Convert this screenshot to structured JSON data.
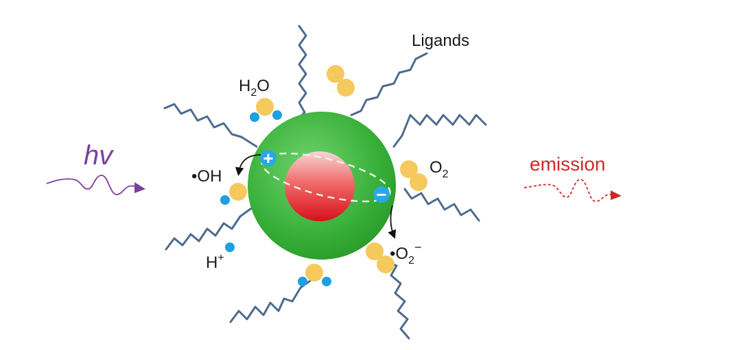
{
  "labels": {
    "ligands": "Ligands",
    "water": {
      "base": "H",
      "sub": "2",
      "tail": "O"
    },
    "hydroxyl": "•OH",
    "oxygen": {
      "base": "O",
      "sub": "2"
    },
    "superoxide": {
      "base": "•O",
      "sub": "2",
      "sup": "−"
    },
    "proton": {
      "base": "H",
      "sup": "+"
    },
    "photon": "hv",
    "emission": "emission",
    "hole_sign": "+",
    "electron_sign": "−"
  },
  "colors": {
    "shell": "#3fb23f",
    "core": "#e8202a",
    "ligand": "#4d6a8c",
    "oxygen_atom": "#f5c95c",
    "hydrogen_atom": "#1ea0e0",
    "photon_wave": "#7b3f99",
    "emission_wave": "#cc2a2a"
  }
}
